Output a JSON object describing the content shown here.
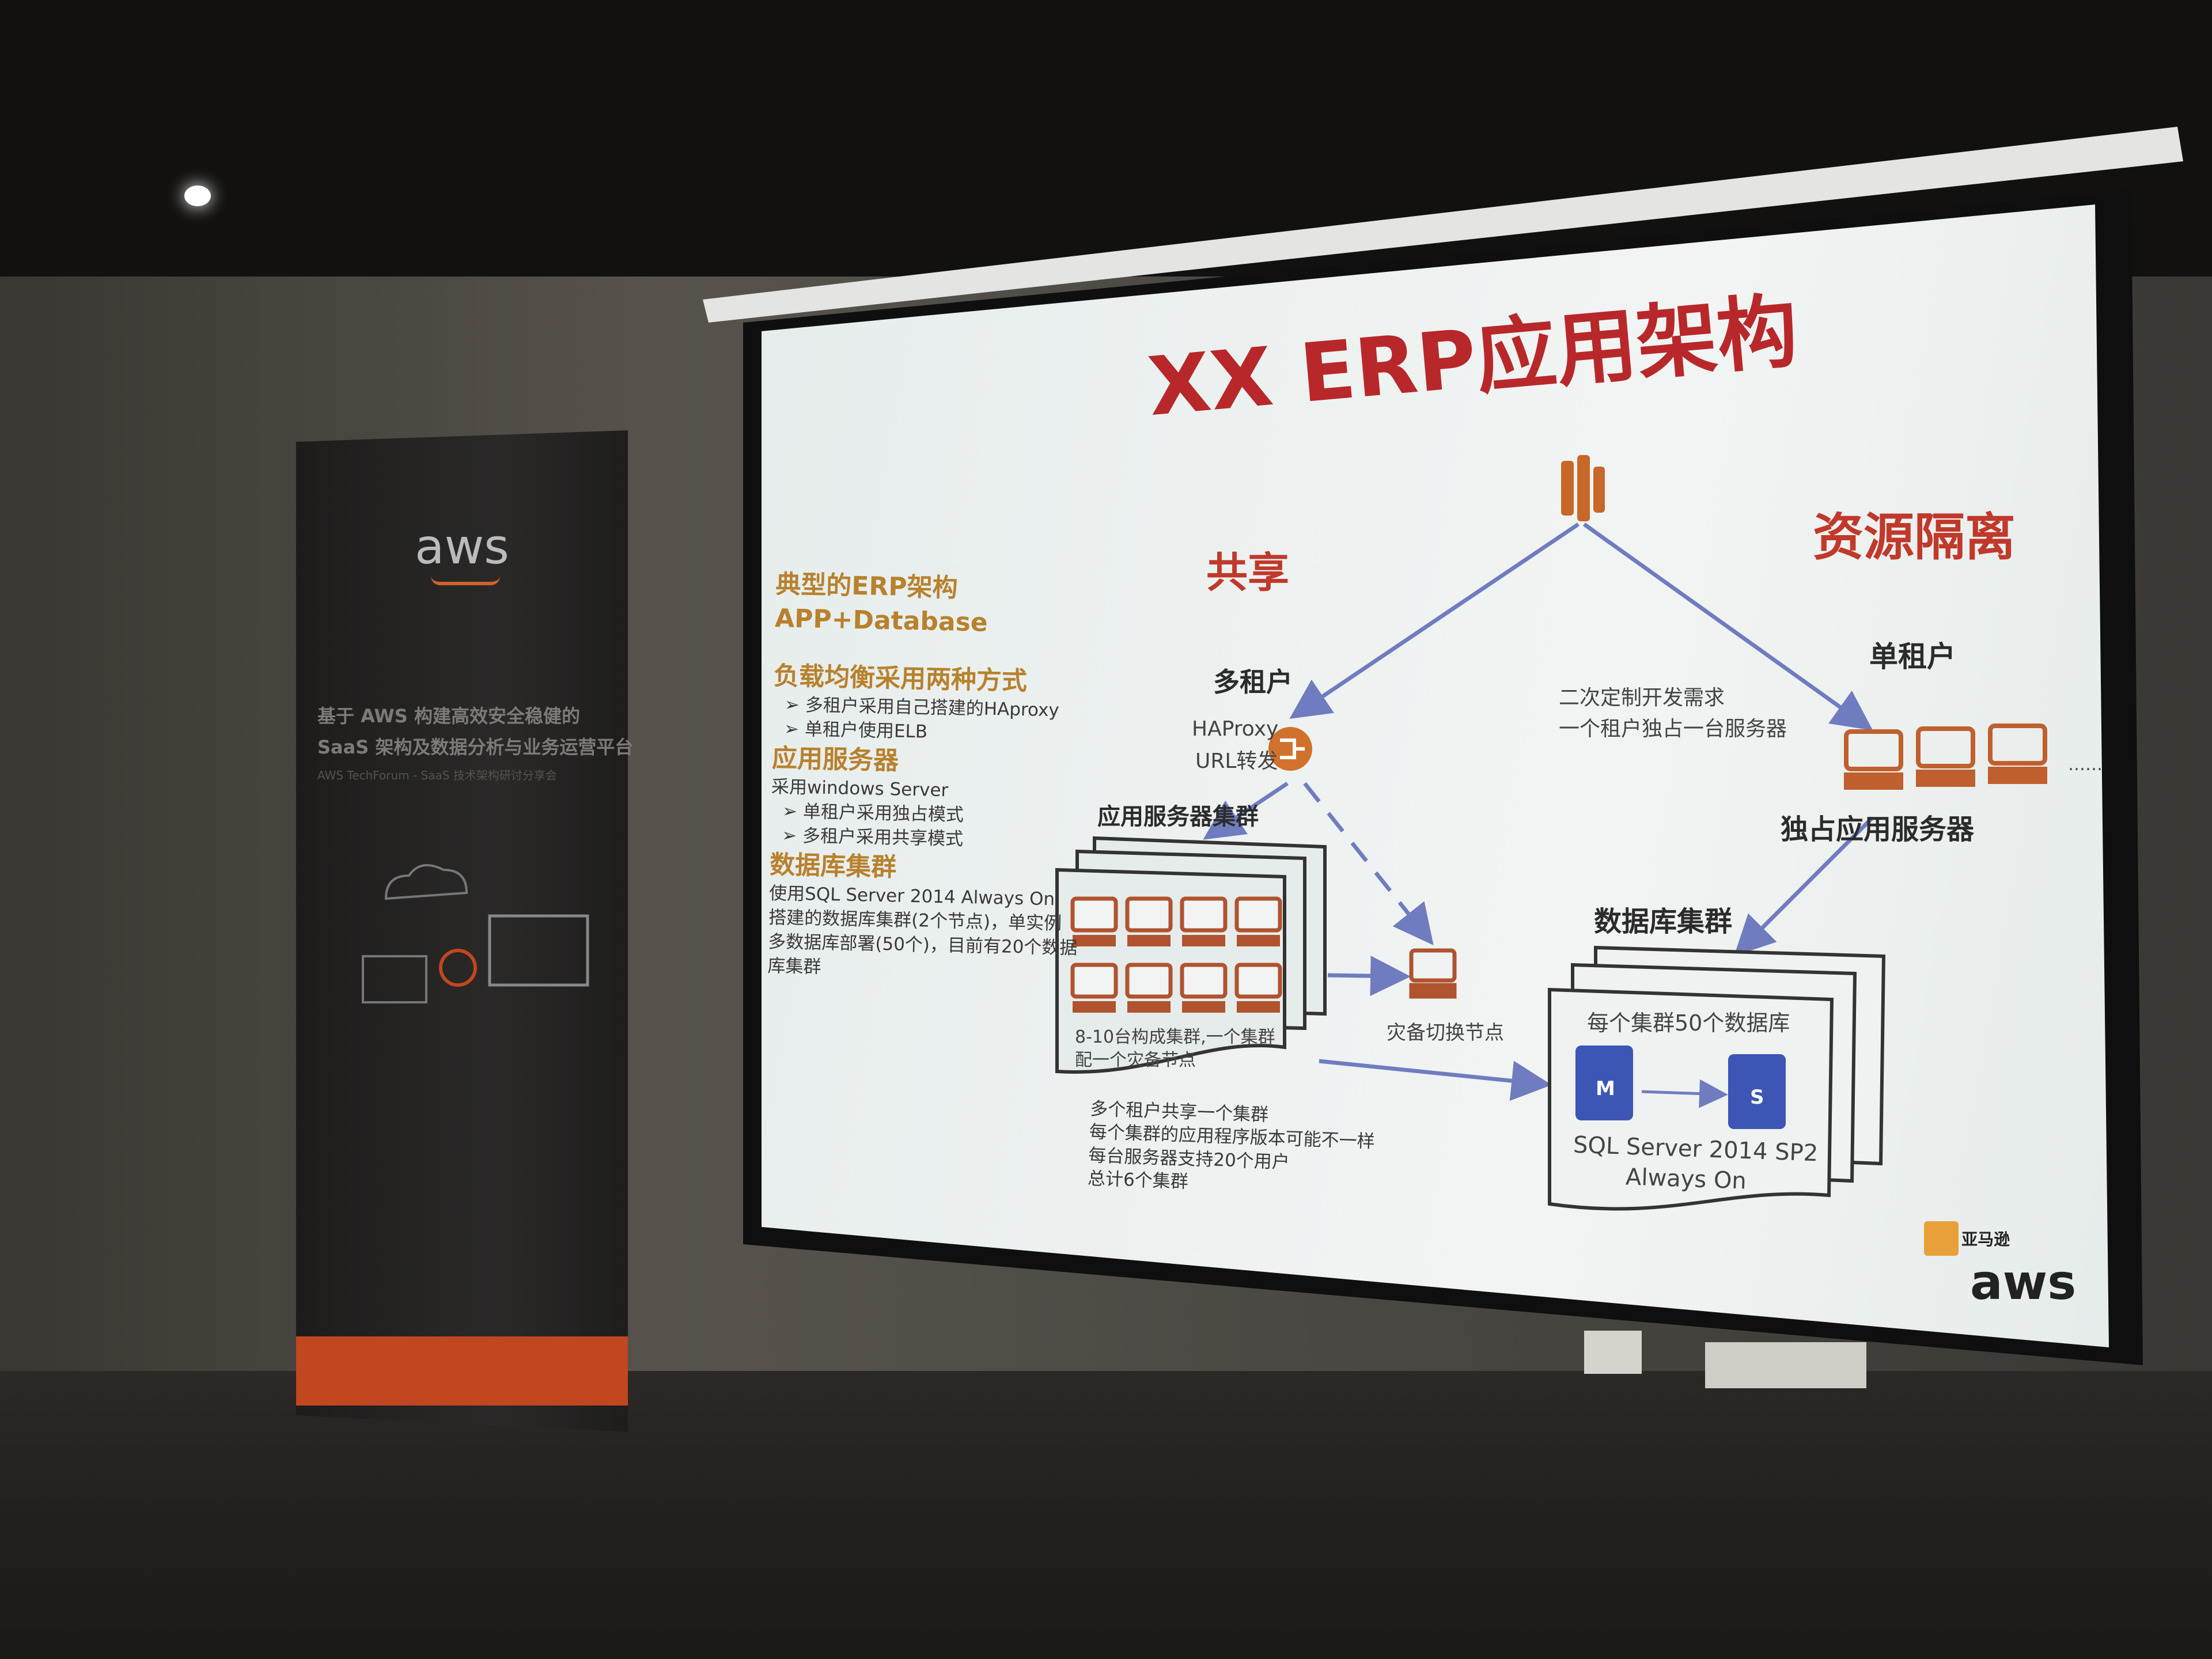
{
  "slide": {
    "title": "XX ERP应用架构",
    "shared_label": "共享",
    "isolation_label": "资源隔离",
    "multi_tenant": "多租户",
    "single_tenant": "单租户",
    "haproxy": "HAProxy",
    "url_forward": "URL转发",
    "custom_dev_1": "二次定制开发需求",
    "custom_dev_2": "一个租户独占一台服务器",
    "dedicated_servers": "独占应用服务器",
    "app_cluster": "应用服务器集群",
    "db_cluster": "数据库集群",
    "failover_node": "灾备切换节点",
    "cluster_caption_1": "8-10台构成集群,一个集群",
    "cluster_caption_2": "配一个灾备节点",
    "db_per_cluster": "每个集群50个数据库",
    "sql_server_1": "SQL Server 2014 SP2",
    "sql_server_2": "Always On",
    "db_primary_badge": "M",
    "db_secondary_badge": "S",
    "ellipsis": "……",
    "notes": [
      "多个租户共享一个集群",
      "每个集群的应用程序版本可能不一样",
      "每台服务器支持20个用户",
      "总计6个集群"
    ],
    "left": {
      "h1": "典型的ERP架构",
      "h1b": "APP+Database",
      "h2": "负载均衡采用两种方式",
      "lb_items": [
        "多租户采用自己搭建的HAproxy",
        "单租户使用ELB"
      ],
      "h3": "应用服务器",
      "app_text": "采用windows Server",
      "app_items": [
        "单租户采用独占模式",
        "多租户采用共享模式"
      ],
      "h4": "数据库集群",
      "db_text": [
        "使用SQL Server 2014 Always On",
        "搭建的数据库集群(2个节点)，单实例",
        "多数据库部署(50个)，目前有20个数据",
        "库集群"
      ]
    },
    "bullet": "➢",
    "logo_cn": "亚马逊",
    "logo_en": "aws"
  },
  "banner": {
    "logo": "aws",
    "line1": "基于 AWS 构建高效安全稳健的",
    "line2": "SaaS 架构及数据分析与业务运营平台",
    "line3": "AWS TechForum - SaaS 技术架构研讨分享会"
  },
  "colors": {
    "title": "#b8282a",
    "accent": "#b8812d",
    "server": "#b0532f",
    "arrow": "#6f7cc0"
  }
}
